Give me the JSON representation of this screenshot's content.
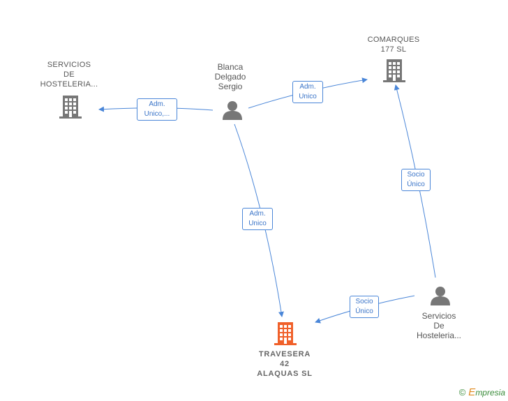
{
  "nodes": {
    "servicios_hosteleria_company": {
      "lines": [
        "SERVICIOS",
        "DE",
        "HOSTELERIA..."
      ]
    },
    "blanca_delgado_sergio": {
      "lines": [
        "Blanca",
        "Delgado",
        "Sergio"
      ]
    },
    "comarques_177_sl": {
      "lines": [
        "COMARQUES",
        "177  SL"
      ]
    },
    "travesera_42_alaquas_sl": {
      "lines": [
        "TRAVESERA",
        "42",
        "ALAQUAS  SL"
      ]
    },
    "servicios_hosteleria_person": {
      "lines": [
        "Servicios",
        "De",
        "Hosteleria..."
      ]
    }
  },
  "edges": {
    "blanca_to_servicios": {
      "lines": [
        "Adm.",
        "Unico,..."
      ]
    },
    "blanca_to_comarques": {
      "lines": [
        "Adm.",
        "Unico"
      ]
    },
    "blanca_to_travesera": {
      "lines": [
        "Adm.",
        "Unico"
      ]
    },
    "servicios_to_comarques": {
      "lines": [
        "Socio",
        "Único"
      ]
    },
    "servicios_to_travesera": {
      "lines": [
        "Socio",
        "Único"
      ]
    }
  },
  "footer": {
    "copyright": "©",
    "brand_first": "E",
    "brand_rest": "mpresia"
  },
  "colors": {
    "edge": "#4a86d8",
    "company_icon": "#777777",
    "main_company_icon": "#f0602a",
    "person_icon": "#777777"
  }
}
